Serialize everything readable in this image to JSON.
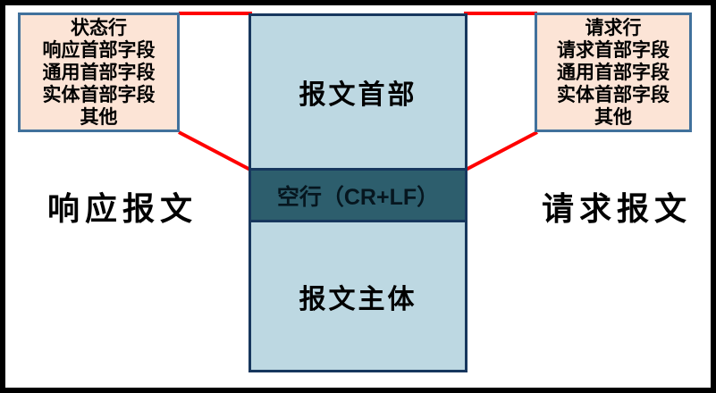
{
  "response_box": {
    "lines": [
      "状态行",
      "响应首部字段",
      "通用首部字段",
      "实体首部字段",
      "其他"
    ]
  },
  "request_box": {
    "lines": [
      "请求行",
      "请求首部字段",
      "通用首部字段",
      "实体首部字段",
      "其他"
    ]
  },
  "message_structure": {
    "header_label": "报文首部",
    "empty_line_label": "空行（CR+LF）",
    "body_label": "报文主体"
  },
  "labels": {
    "response_message": "响应报文",
    "request_message": "请求报文"
  },
  "colors": {
    "field_box_fill": "#fce4d6",
    "field_box_border": "#41719c",
    "message_fill": "#bdd8e2",
    "message_border": "#17375e",
    "empty_line_fill": "#2d5e6d",
    "connector_red": "#ff0000",
    "outer_border": "#000000",
    "background": "#ffffff",
    "text": "#000000"
  }
}
